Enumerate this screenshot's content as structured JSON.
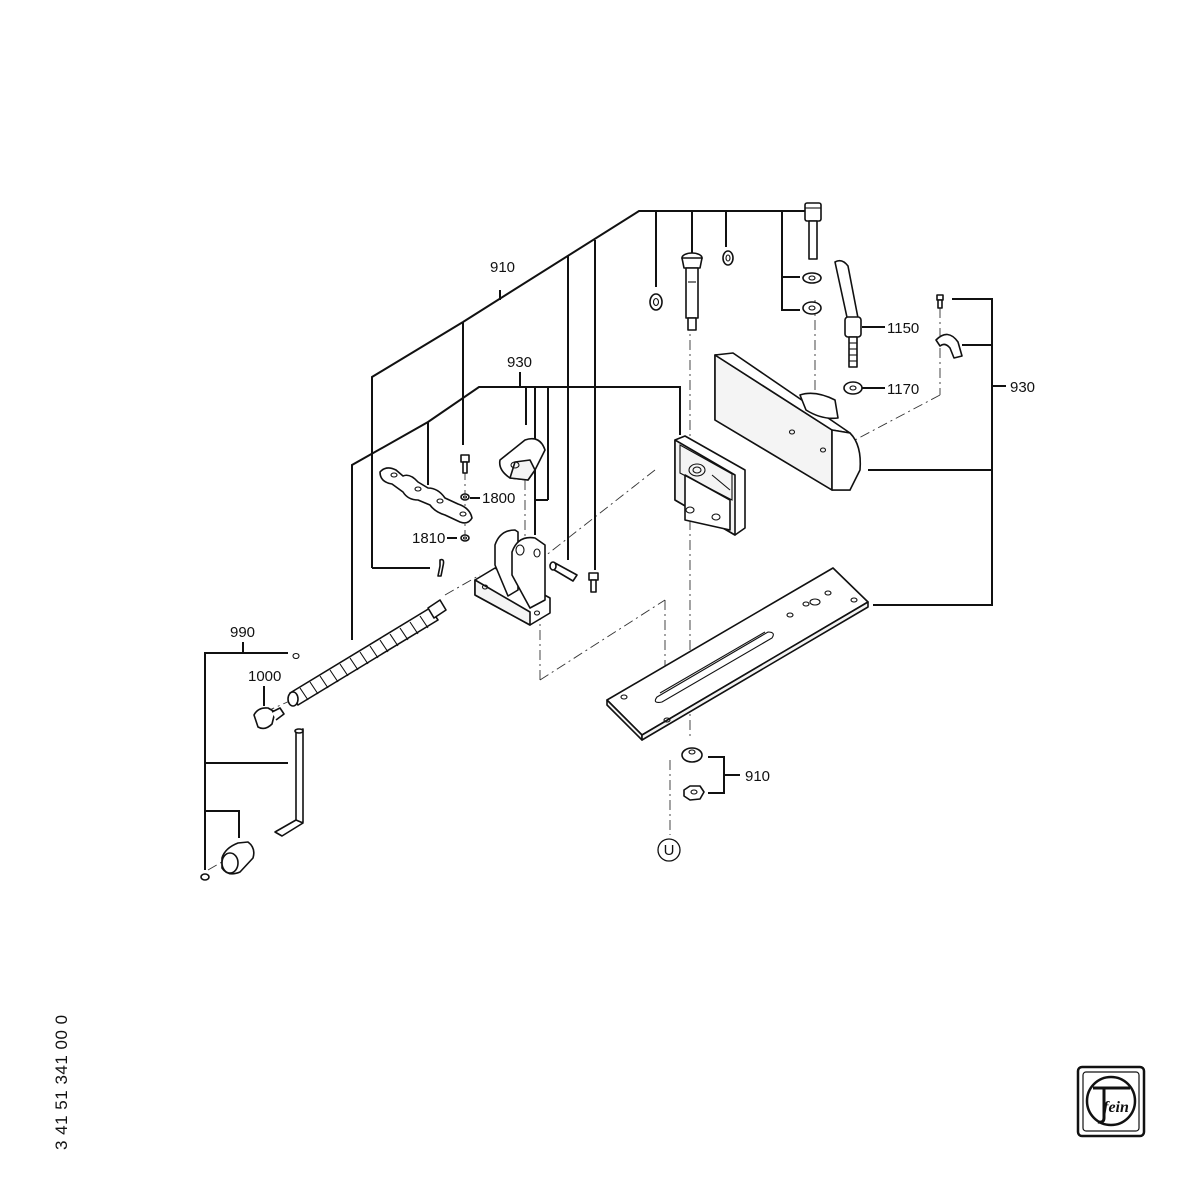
{
  "labels": {
    "l910_top": "910",
    "l930_left": "930",
    "l1800": "1800",
    "l1810": "1810",
    "l990": "990",
    "l1000": "1000",
    "l1150": "1150",
    "l1170": "1170",
    "l930_right": "930",
    "l910_bottom": "910",
    "marker_u": "U"
  },
  "drawing_number": "3 41 51 341 00 0",
  "logo": {
    "icon": "fein-logo-icon",
    "text": "fein"
  },
  "colors": {
    "ink": "#111111",
    "background": "#ffffff"
  }
}
